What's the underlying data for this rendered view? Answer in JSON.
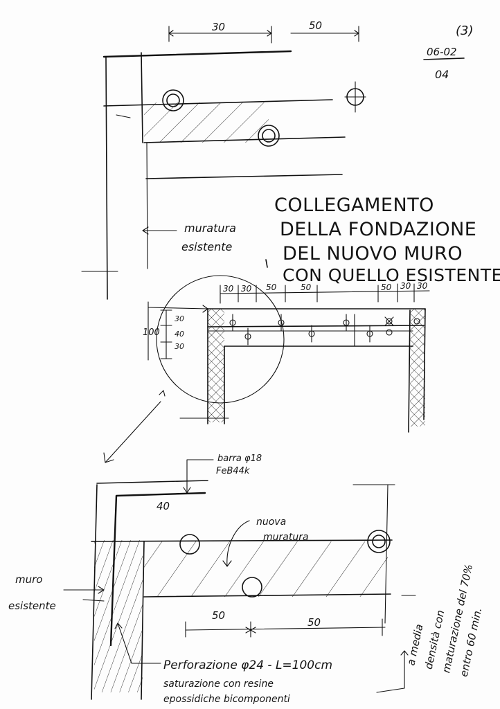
{
  "page": {
    "page_number": "(3)",
    "date_top": "06-02",
    "date_bottom": "04"
  },
  "title": {
    "line1": "COLLEGAMENTO",
    "line2": "DELLA FONDAZIONE",
    "line3": "DEL NUOVO MURO",
    "line4": "CON QUELLO ESISTENTE"
  },
  "top_sketch": {
    "dim_left": "30",
    "dim_right": "50",
    "label_line1": "muratura",
    "label_line2": "esistente"
  },
  "middle_sketch": {
    "dims_left": [
      "30",
      "30",
      "50",
      "50"
    ],
    "dims_right": [
      "50",
      "30",
      "30"
    ],
    "vertical_total": "100",
    "vertical_parts": [
      "30",
      "40",
      "30"
    ]
  },
  "bottom_sketch": {
    "bar_label_line1": "barra φ18",
    "bar_label_line2": "FeB44k",
    "bar_length": "40",
    "new_wall_line1": "nuova",
    "new_wall_line2": "muratura",
    "existing_wall_line1": "muro",
    "existing_wall_line2": "esistente",
    "dim_left": "50",
    "dim_right": "50",
    "note_line1": "Perforazione φ24 - L=100cm",
    "note_line2": "saturazione con resine",
    "note_line3": "epossidiche bicomponenti",
    "side_note_line1": "a media",
    "side_note_line2": "densità con",
    "side_note_line3": "maturazione del 70%",
    "side_note_line4": "entro 60 min."
  }
}
